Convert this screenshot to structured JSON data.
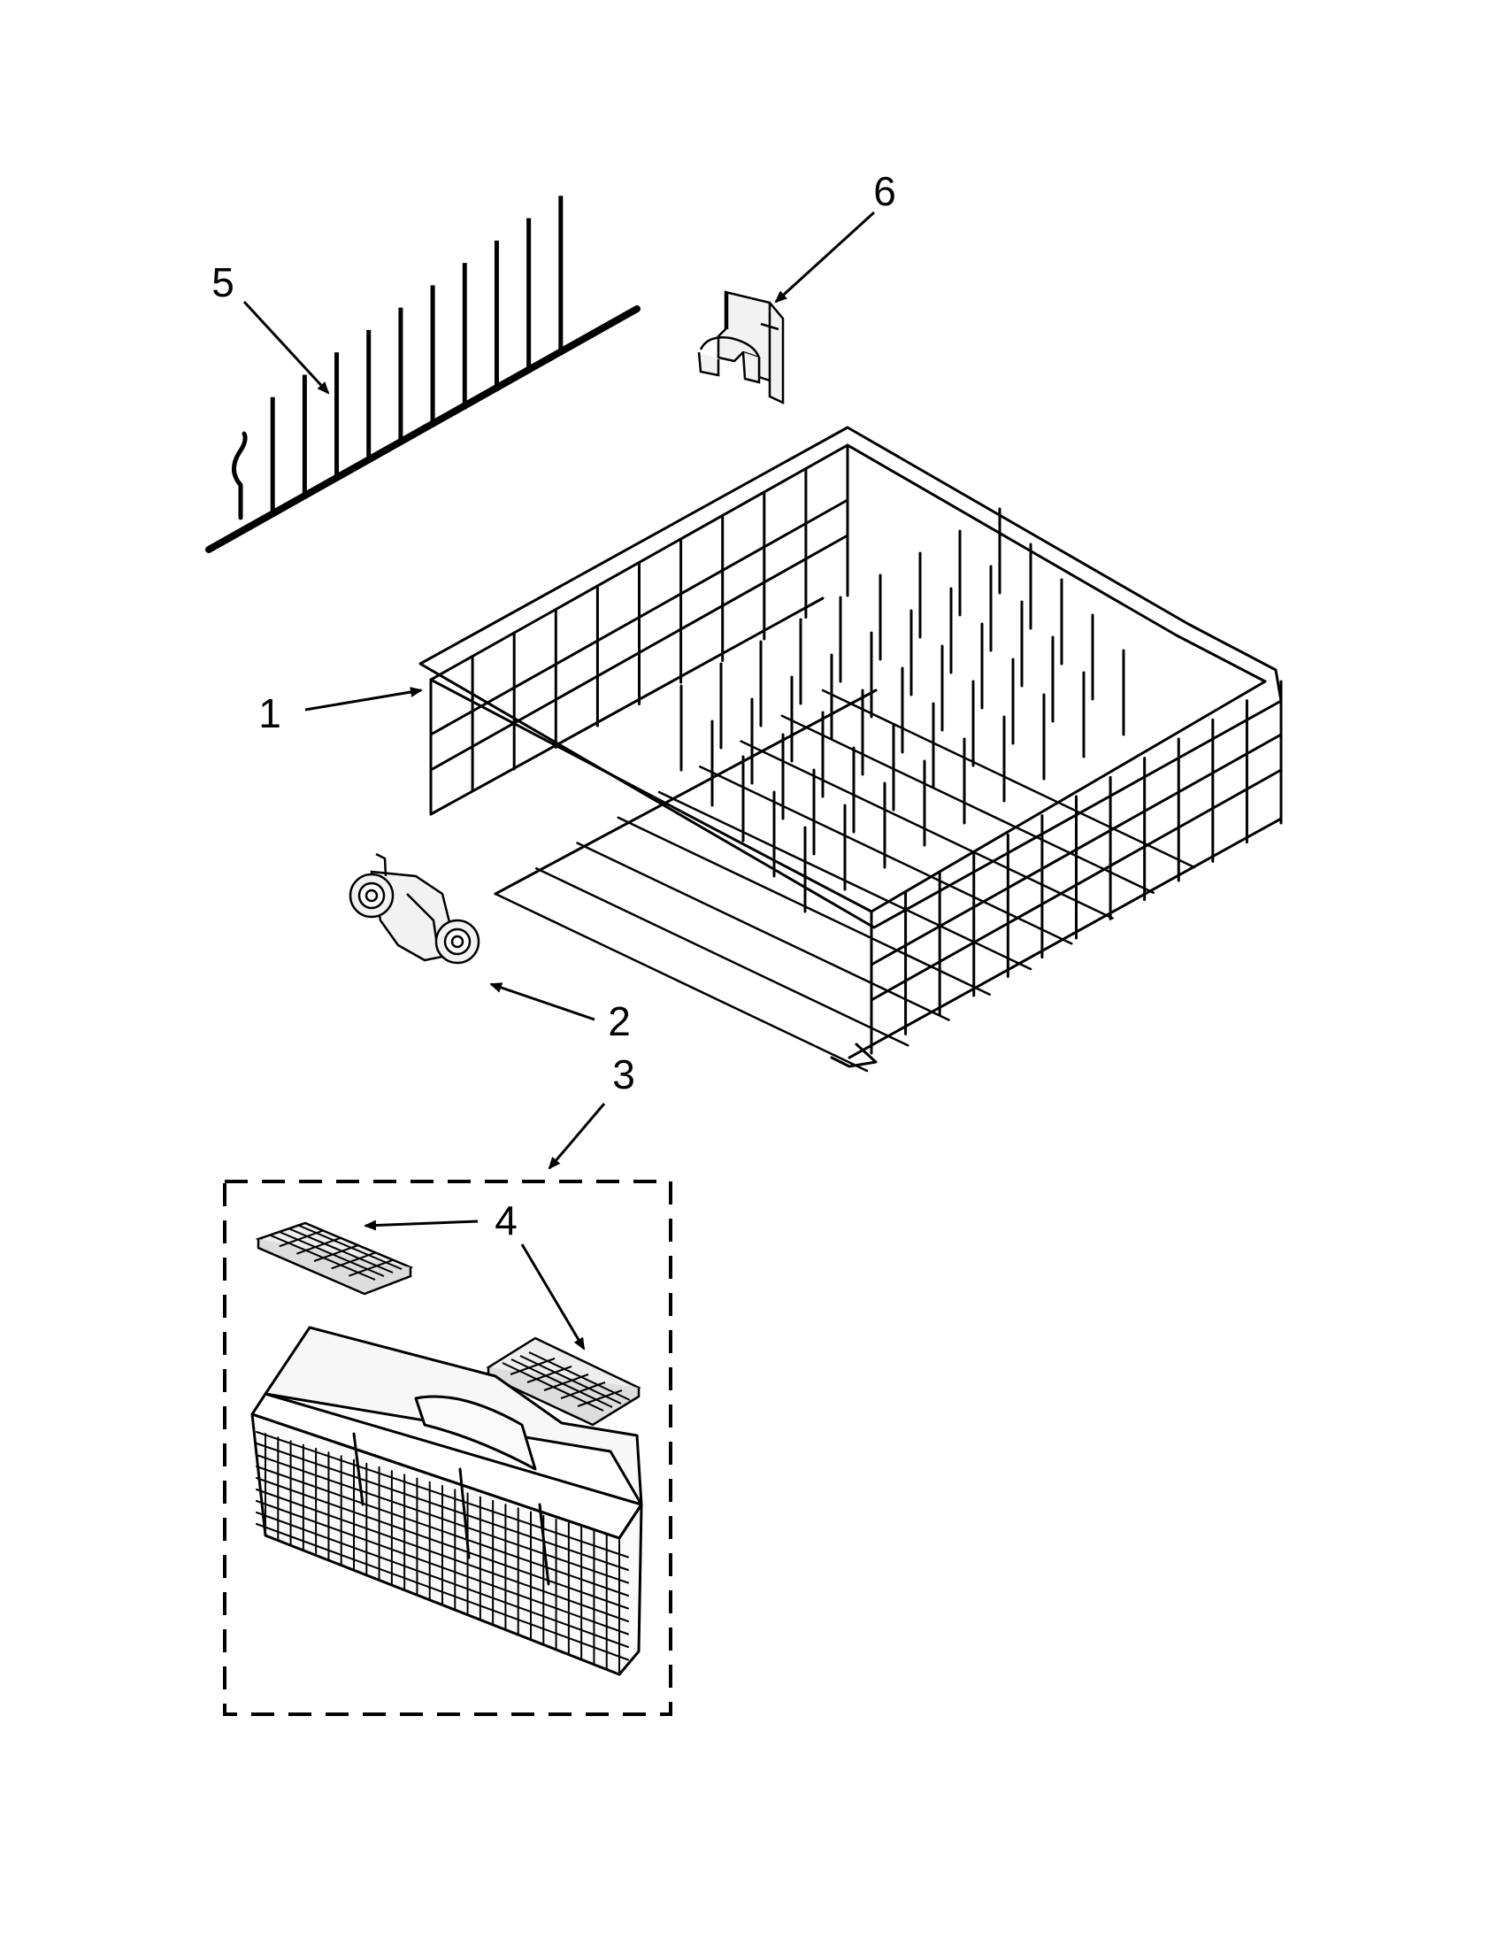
{
  "callouts": {
    "c1": "1",
    "c2": "2",
    "c3": "3",
    "c4": "4",
    "c5": "5",
    "c6": "6"
  },
  "colors": {
    "ink": "#000000",
    "paper": "#ffffff",
    "part_fill": "#f2f2f2"
  }
}
